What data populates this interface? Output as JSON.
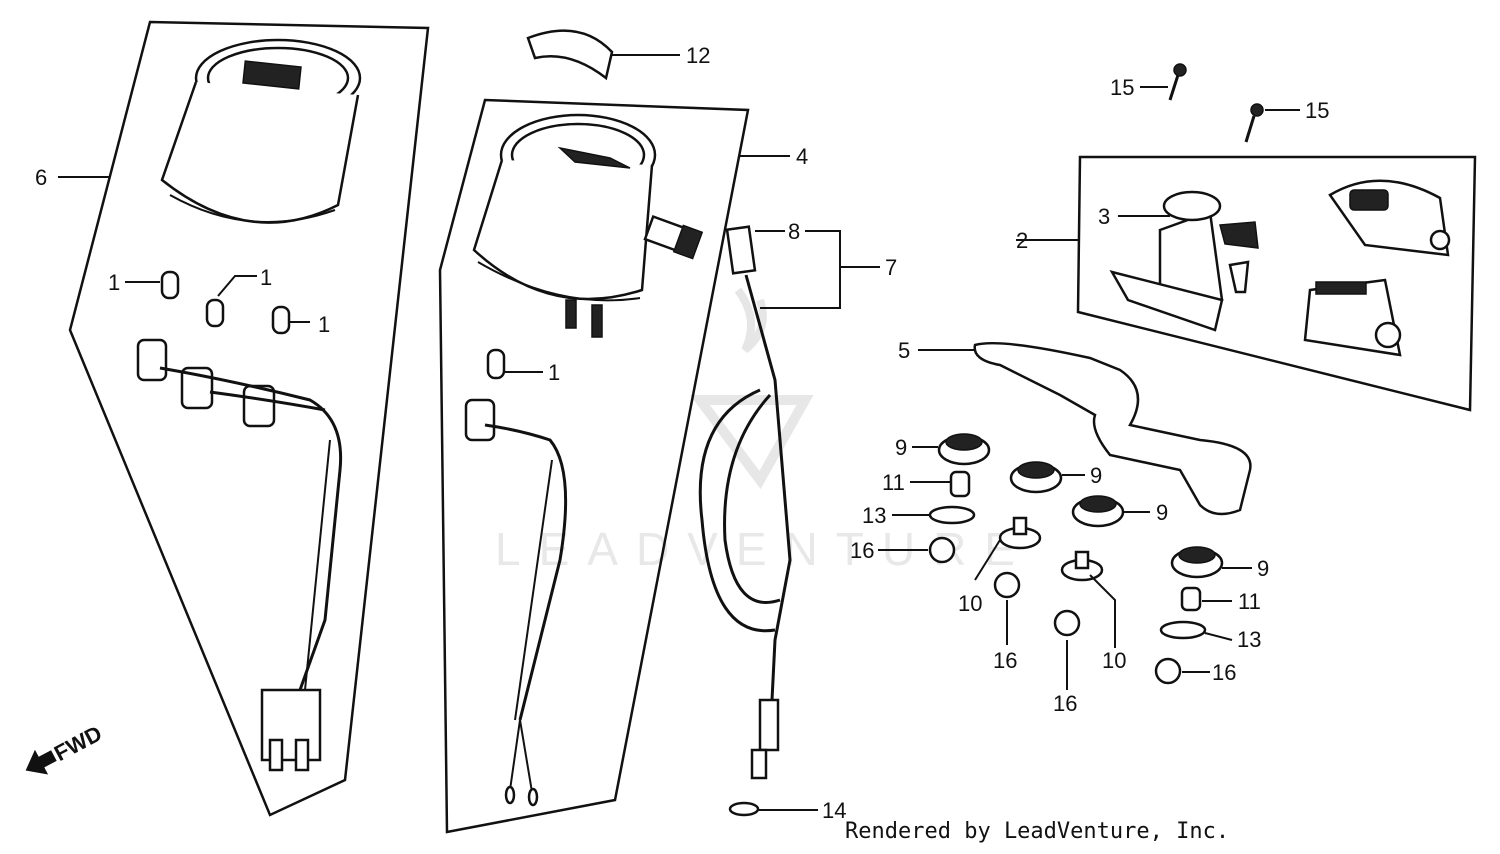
{
  "watermark": "LEADVENTURE",
  "footer": "Rendered by LeadVenture, Inc.",
  "fwd_label": "FWD",
  "callouts": {
    "c1a": "1",
    "c1b": "1",
    "c1c": "1",
    "c1d": "1",
    "c2": "2",
    "c3": "3",
    "c4": "4",
    "c5": "5",
    "c6": "6",
    "c7": "7",
    "c8": "8",
    "c9a": "9",
    "c9b": "9",
    "c9c": "9",
    "c9d": "9",
    "c10a": "10",
    "c10b": "10",
    "c11a": "11",
    "c11b": "11",
    "c12": "12",
    "c13a": "13",
    "c13b": "13",
    "c14": "14",
    "c15a": "15",
    "c15b": "15",
    "c16a": "16",
    "c16b": "16",
    "c16c": "16",
    "c16d": "16"
  }
}
